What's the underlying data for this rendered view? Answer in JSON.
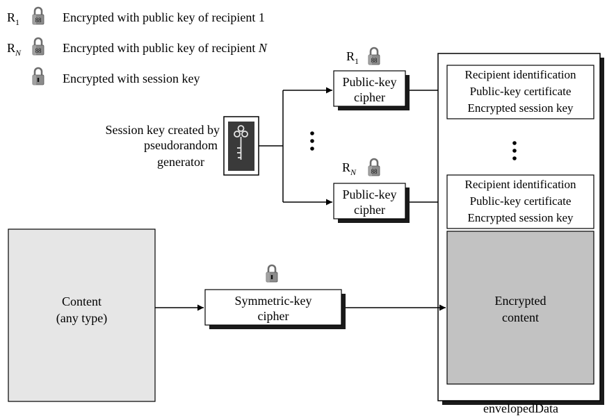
{
  "legend": {
    "r1_prefix": "R",
    "r1_sub": "1",
    "r1_text": "Encrypted with public key of recipient 1",
    "rn_prefix": "R",
    "rn_sub": "N",
    "rn_text_main": "Encrypted with public key of recipient ",
    "rn_text_var": "N",
    "session_text": "Encrypted with session key"
  },
  "session_key": {
    "line1": "Session key created by",
    "line2": "pseudorandom",
    "line3": "generator"
  },
  "public_key_cipher_1": {
    "tag_prefix": "R",
    "tag_sub": "1",
    "line1": "Public-key",
    "line2": "cipher"
  },
  "public_key_cipher_n": {
    "tag_prefix": "R",
    "tag_sub": "N",
    "line1": "Public-key",
    "line2": "cipher"
  },
  "recipient_info_1": {
    "line1": "Recipient identification",
    "line2": "Public-key certificate",
    "line3": "Encrypted session key"
  },
  "recipient_info_n": {
    "line1": "Recipient identification",
    "line2": "Public-key certificate",
    "line3": "Encrypted session key"
  },
  "content": {
    "line1": "Content",
    "line2": "(any type)"
  },
  "symmetric_cipher": {
    "line1": "Symmetric-key",
    "line2": "cipher"
  },
  "encrypted_content": {
    "line1": "Encrypted",
    "line2": "content"
  },
  "enveloped_label": "envelopedData",
  "colors": {
    "content_fill": "#e6e6e6",
    "encrypted_fill": "#c2c2c2",
    "shadow": "#1a1a1a",
    "lock_body": "#8c8c8c",
    "key_box": "#3a3a3a"
  }
}
